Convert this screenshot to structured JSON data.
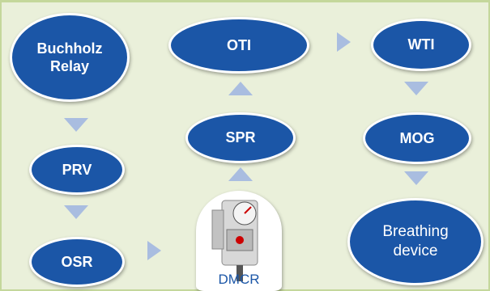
{
  "nodes": {
    "buchholz": "Buchholz\nRelay",
    "prv": "PRV",
    "osr": "OSR",
    "spr": "SPR",
    "oti": "OTI",
    "wti": "WTI",
    "mog": "MOG",
    "breathing": "Breathing\ndevice",
    "dmcr": "DMCR"
  },
  "colors": {
    "node_fill": "#1b56a7",
    "arrow": "#a9bde0",
    "background": "#eaf0da",
    "border": "#c4d79b"
  }
}
